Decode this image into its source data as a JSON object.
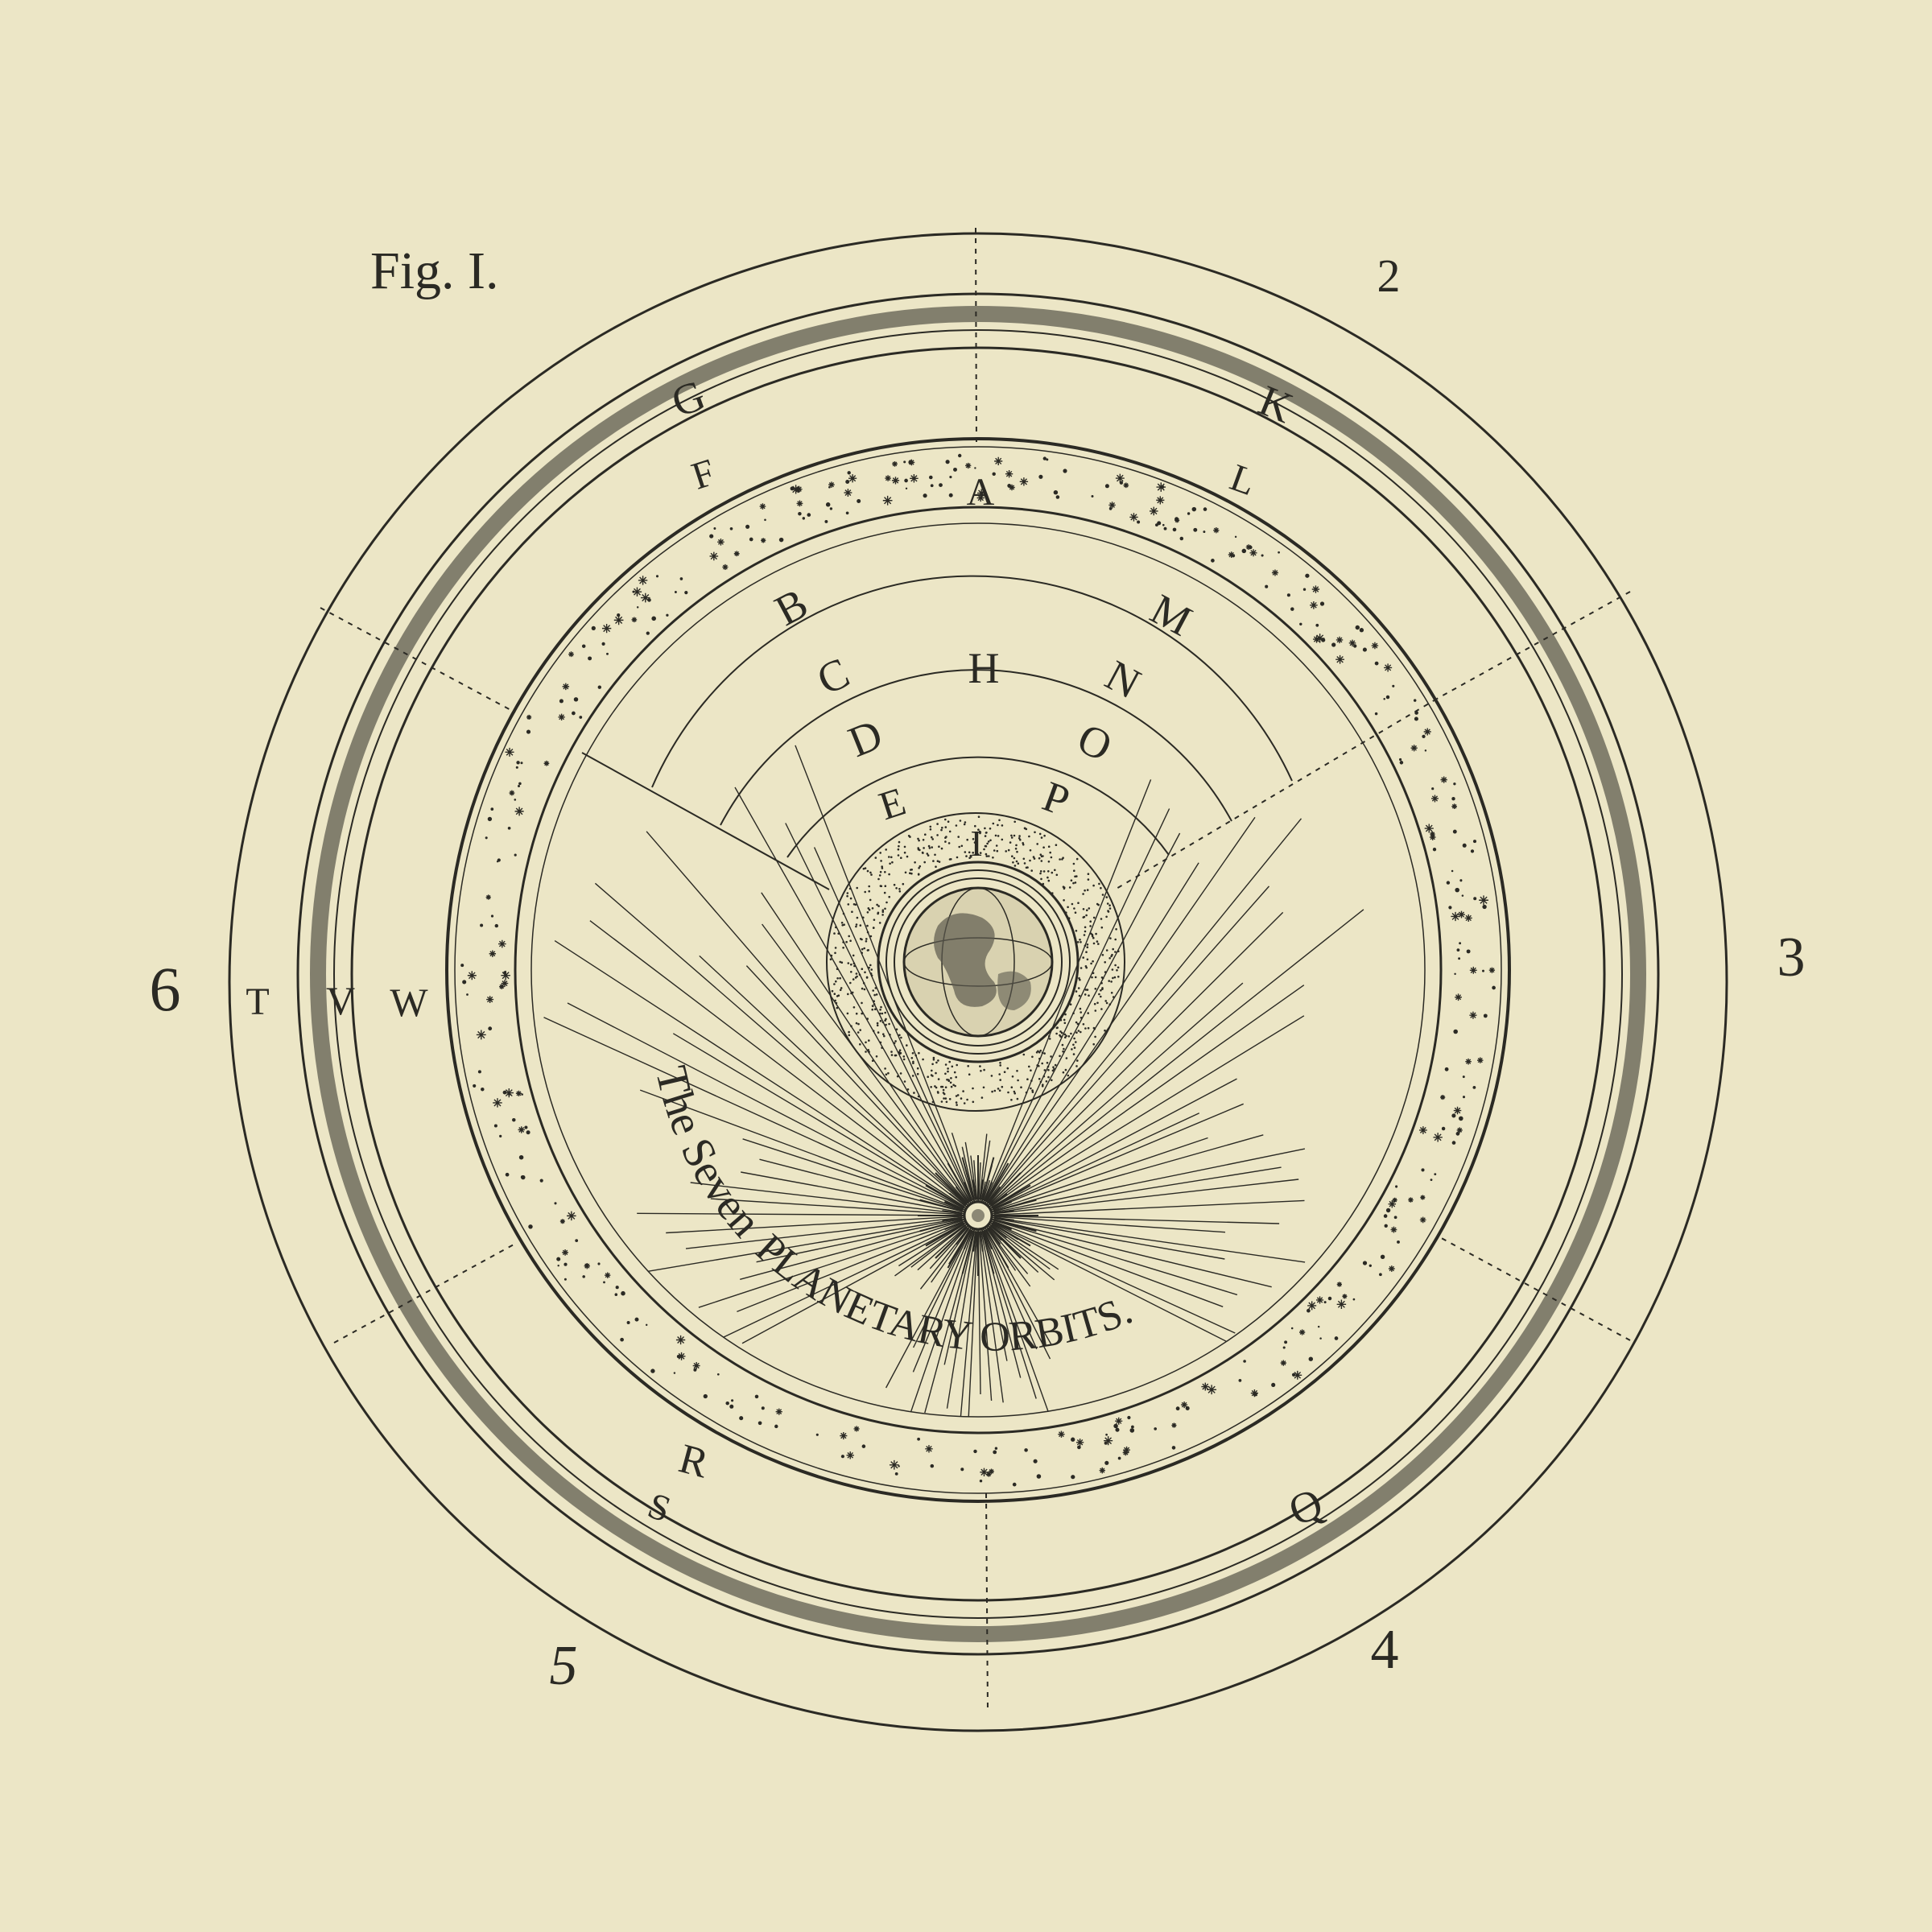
{
  "colors": {
    "paper": "#ece6c6",
    "ink": "#2b2a24"
  },
  "figure_label": "Fig. I.",
  "caption": {
    "lead": "The Seven",
    "main": "PLANETARY ORBITS."
  },
  "numerals": [
    "2",
    "3",
    "4",
    "5",
    "6"
  ],
  "ring_letters": [
    "G",
    "K",
    "F",
    "L",
    "A",
    "R",
    "S",
    "Q",
    "T",
    "V",
    "W"
  ],
  "orbit_letters": [
    "B",
    "M",
    "C",
    "H",
    "N",
    "D",
    "O",
    "E",
    "P",
    "I"
  ],
  "icons": {
    "earth": "earth-globe-icon",
    "sun": "sun-burst-icon"
  }
}
